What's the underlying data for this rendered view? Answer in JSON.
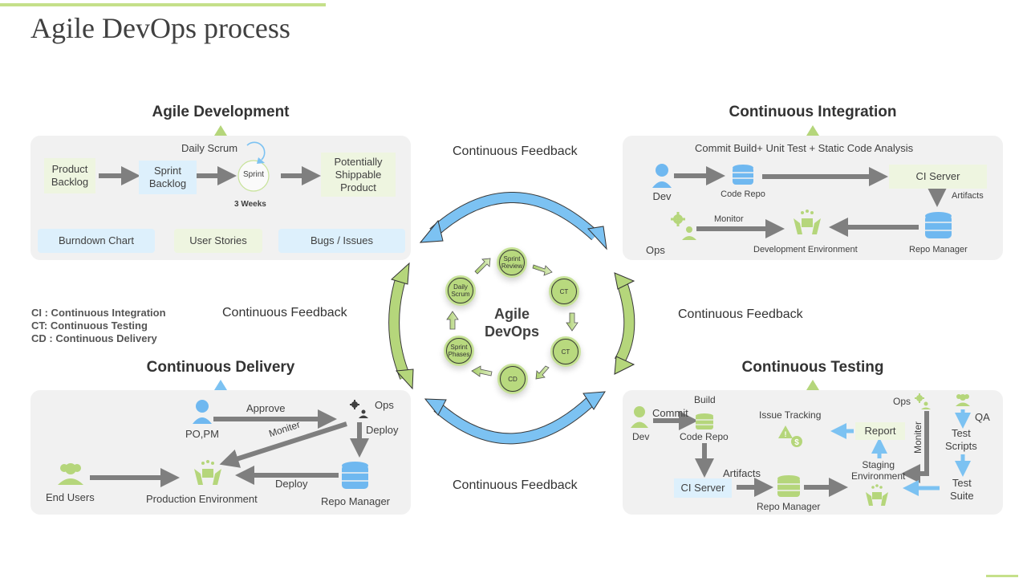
{
  "title": "Agile DevOps process",
  "colors": {
    "accent_green": "#b5d67b",
    "accent_blue": "#7cc2f2",
    "panel": "#f1f1f1",
    "arrow_gray": "#808080"
  },
  "feedback_label": "Continuous Feedback",
  "legend": [
    "CI : Continuous  Integration",
    "CT: Continuous  Testing",
    "CD : Continuous  Delivery"
  ],
  "center": {
    "label_line1": "Agile",
    "label_line2": "DevOps",
    "nodes": [
      {
        "line1": "Sprint",
        "line2": "Review"
      },
      {
        "line1": "CT",
        "line2": ""
      },
      {
        "line1": "CT",
        "line2": ""
      },
      {
        "line1": "CD",
        "line2": ""
      },
      {
        "line1": "Sprint",
        "line2": "Phases"
      },
      {
        "line1": "Daily",
        "line2": "Scrum"
      }
    ]
  },
  "agile_dev": {
    "title": "Agile Development",
    "daily_scrum": "Daily Scrum",
    "product_backlog": [
      "Product",
      "Backlog"
    ],
    "sprint_backlog": [
      "Sprint",
      "Backlog"
    ],
    "sprint": "Sprint",
    "duration": "3 Weeks",
    "shippable": [
      "Potentially",
      "Shippable",
      "Product"
    ],
    "artifacts": [
      "Burndown  Chart",
      "User Stories",
      "Bugs / Issues"
    ]
  },
  "ci": {
    "title": "Continuous Integration",
    "subtitle": "Commit Build+ Unit Test + Static Code Analysis",
    "dev": "Dev",
    "code_repo": "Code Repo",
    "ci_server": "CI Server",
    "artifacts": "Artifacts",
    "monitor": "Monitor",
    "ops": "Ops",
    "dev_env": "Development Environment",
    "repo_manager": "Repo Manager"
  },
  "cd": {
    "title": "Continuous Delivery",
    "po_pm": "PO,PM",
    "approve": "Approve",
    "ops": "Ops",
    "deploy_down": "Deploy",
    "moniter": "Moniter",
    "end_users": "End Users",
    "prod_env": "Production Environment",
    "deploy_left": "Deploy",
    "repo_manager": "Repo Manager"
  },
  "ct": {
    "title": "Continuous Testing",
    "build": "Build",
    "commit": "Commit",
    "dev": "Dev",
    "code_repo": "Code Repo",
    "issue_tracking": "Issue Tracking",
    "report": "Report",
    "ops": "Ops",
    "qa": "QA",
    "test_scripts": [
      "Test",
      "Scripts"
    ],
    "moniter": "Moniter",
    "staging": [
      "Staging",
      "Environment"
    ],
    "artifacts": "Artifacts",
    "ci_server": "CI  Server",
    "repo_manager": "Repo Manager",
    "test_suite": [
      "Test",
      "Suite"
    ]
  }
}
